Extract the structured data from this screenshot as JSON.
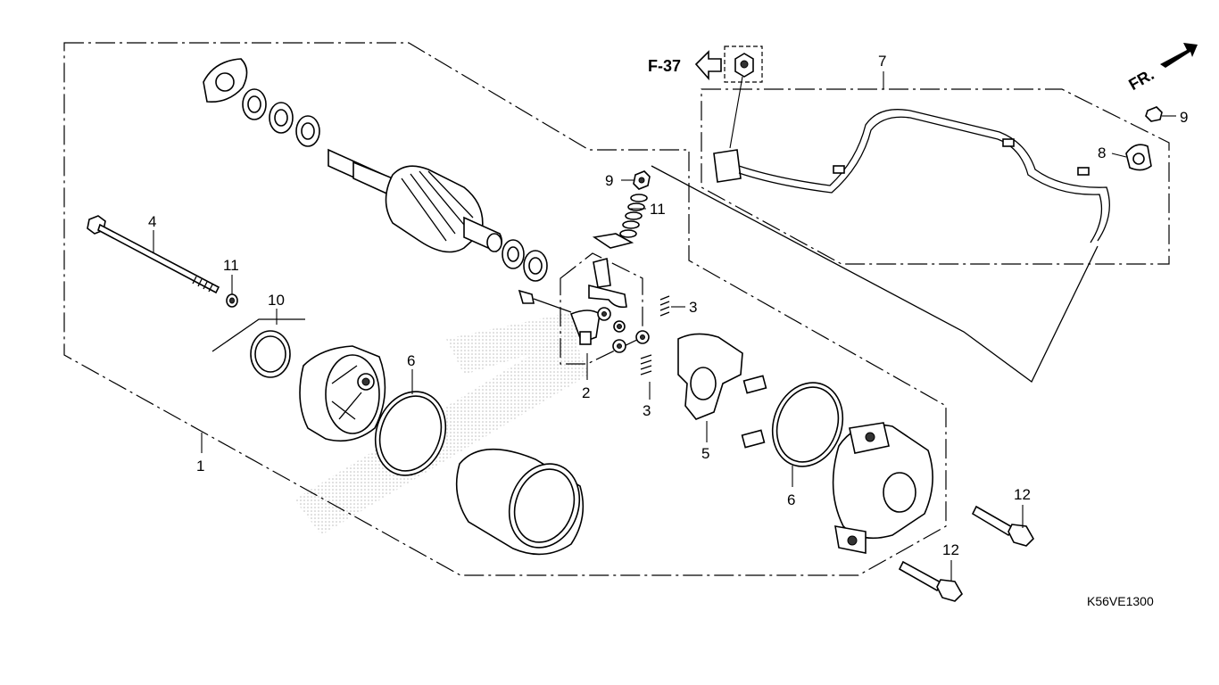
{
  "diagram": {
    "reference_code": "K56VE1300",
    "page_reference": "F-37",
    "front_indicator": "FR.",
    "callouts": [
      {
        "id": "c1",
        "label": "1"
      },
      {
        "id": "c2",
        "label": "2"
      },
      {
        "id": "c3a",
        "label": "3"
      },
      {
        "id": "c3b",
        "label": "3"
      },
      {
        "id": "c4",
        "label": "4"
      },
      {
        "id": "c5",
        "label": "5"
      },
      {
        "id": "c6a",
        "label": "6"
      },
      {
        "id": "c6b",
        "label": "6"
      },
      {
        "id": "c7",
        "label": "7"
      },
      {
        "id": "c8",
        "label": "8"
      },
      {
        "id": "c9a",
        "label": "9"
      },
      {
        "id": "c9b",
        "label": "9"
      },
      {
        "id": "c10",
        "label": "10"
      },
      {
        "id": "c11a",
        "label": "11"
      },
      {
        "id": "c11b",
        "label": "11"
      },
      {
        "id": "c12a",
        "label": "12"
      },
      {
        "id": "c12b",
        "label": "12"
      }
    ]
  }
}
